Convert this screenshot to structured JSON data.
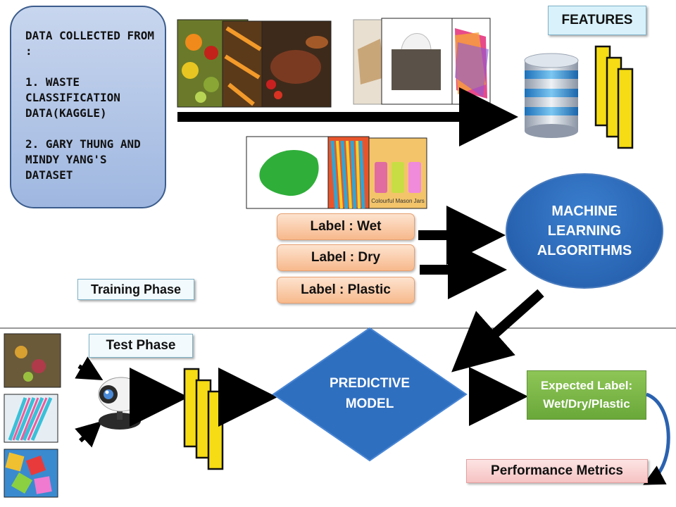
{
  "source": {
    "heading": "DATA  COLLECTED FROM :",
    "item1": "1. WASTE CLASSIFICATION DATA(KAGGLE)",
    "item2": "2. GARY THUNG AND MINDY YANG'S DATASET"
  },
  "features_label": "FEATURES",
  "labels": {
    "wet": "Label : Wet",
    "dry": "Label : Dry",
    "plastic": "Label : Plastic"
  },
  "ml_label": "MACHINE LEARNING ALGORITHMS",
  "training_phase": "Training Phase",
  "test_phase": "Test Phase",
  "predictive_model": "PREDICTIVE MODEL",
  "expected_label": "Expected Label: Wet/Dry/Plastic",
  "performance_metrics": "Performance Metrics",
  "jar_caption": "Colourful Mason Jars",
  "colors": {
    "source_fill": "#a9bfe6",
    "features_bar": "#f5dc14",
    "ml_circle": "#2a66b8",
    "predictive_diamond": "#2f6fc0",
    "expected_fill": "#7bb648",
    "label_fill": "#f9c9a4",
    "arrow": "#000000"
  }
}
